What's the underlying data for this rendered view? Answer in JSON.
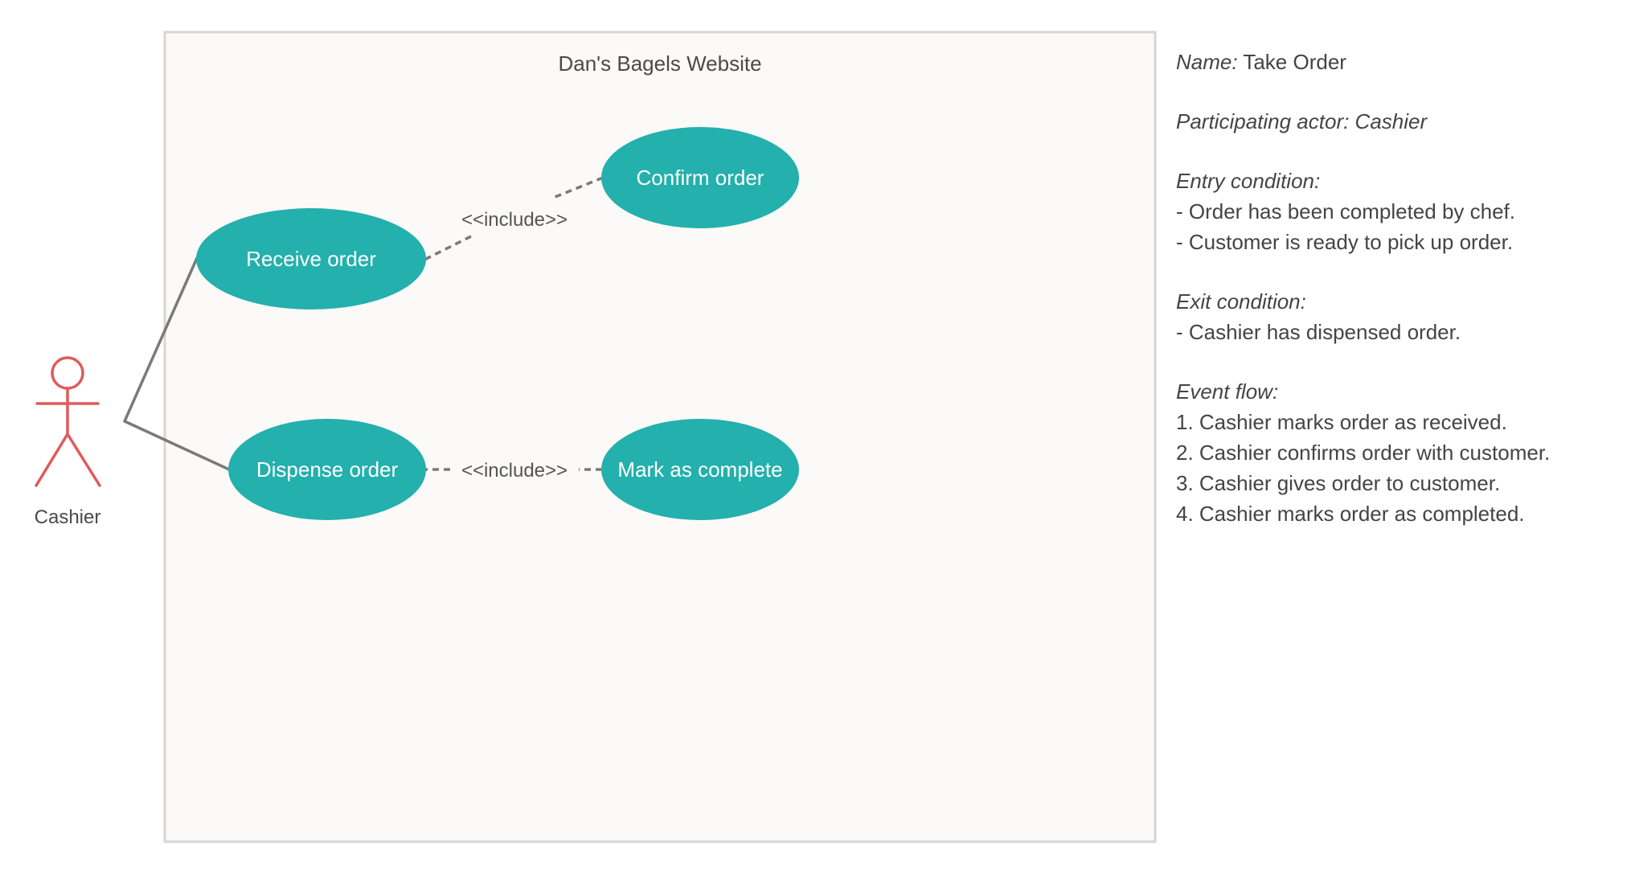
{
  "system": {
    "title": "Dan's Bagels Website"
  },
  "actor": {
    "name": "Cashier",
    "icon": "stick-figure-icon",
    "color": "#e05a5a"
  },
  "use_cases": {
    "receive_order": "Receive order",
    "confirm_order": "Confirm order",
    "dispense_order": "Dispense order",
    "mark_as_complete": "Mark as complete"
  },
  "relationships": {
    "include_top": "<<include>>",
    "include_bottom": "<<include>>"
  },
  "colors": {
    "use_case_fill": "#24b0ad",
    "system_border": "#d6d6d6",
    "system_fill": "#fbfaf8",
    "connector": "#7a7a7a"
  },
  "spec": {
    "name_label": "Name:",
    "name_value": "Take  Order",
    "participating_actor": "Participating actor: Cashier",
    "entry_label": "Entry condition:",
    "entry_items": [
      "- Order has been completed by chef.",
      "- Customer is ready to pick up order."
    ],
    "exit_label": "Exit condition:",
    "exit_items": [
      "- Cashier has dispensed order."
    ],
    "flow_label": "Event flow:",
    "flow_items": [
      "1. Cashier marks order as received.",
      "2. Cashier confirms order with customer.",
      "3. Cashier gives order to customer.",
      "4. Cashier marks order as completed."
    ]
  }
}
